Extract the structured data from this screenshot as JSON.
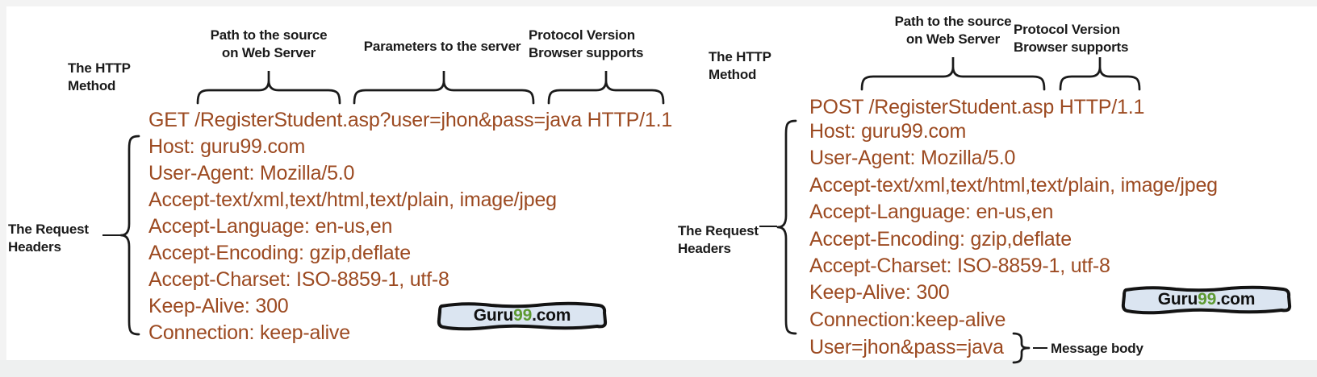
{
  "colors": {
    "request_text": "#9C4A21",
    "annotation_text": "#1A1A1A",
    "logo_background": "#DBE5F1",
    "logo_green": "#5E9A32"
  },
  "left_panel": {
    "method_label": {
      "line1": "The HTTP",
      "line2": "Method"
    },
    "path_label": {
      "line1": "Path to the source",
      "line2": "on Web Server"
    },
    "params_label": "Parameters to the server",
    "protocol_label": {
      "line1": "Protocol Version",
      "line2": "Browser supports"
    },
    "request_line": "GET /RegisterStudent.asp?user=jhon&pass=java HTTP/1.1",
    "headers_label": {
      "line1": "The Request",
      "line2": "Headers"
    },
    "headers": [
      "Host: guru99.com",
      "User-Agent: Mozilla/5.0",
      "Accept-text/xml,text/html,text/plain, image/jpeg",
      "Accept-Language: en-us,en",
      "Accept-Encoding: gzip,deflate",
      "Accept-Charset: ISO-8859-1, utf-8",
      "Keep-Alive: 300",
      "Connection: keep-alive"
    ],
    "logo": {
      "guru": "Guru",
      "nine": "99",
      "com": ".com"
    }
  },
  "right_panel": {
    "method_label": {
      "line1": "The HTTP",
      "line2": "Method"
    },
    "path_label": {
      "line1": "Path to the source",
      "line2": "on Web Server"
    },
    "protocol_label": {
      "line1": "Protocol Version",
      "line2": "Browser supports"
    },
    "request_line": "POST /RegisterStudent.asp HTTP/1.1",
    "headers_label": {
      "line1": "The Request",
      "line2": "Headers"
    },
    "headers": [
      "Host: guru99.com",
      "User-Agent: Mozilla/5.0",
      "Accept-text/xml,text/html,text/plain, image/jpeg",
      "Accept-Language: en-us,en",
      "Accept-Encoding: gzip,deflate",
      "Accept-Charset: ISO-8859-1, utf-8",
      "Keep-Alive: 300",
      "Connection:keep-alive"
    ],
    "body_line": "User=jhon&pass=java",
    "body_label": "Message body",
    "logo": {
      "guru": "Guru",
      "nine": "99",
      "com": ".com"
    }
  }
}
